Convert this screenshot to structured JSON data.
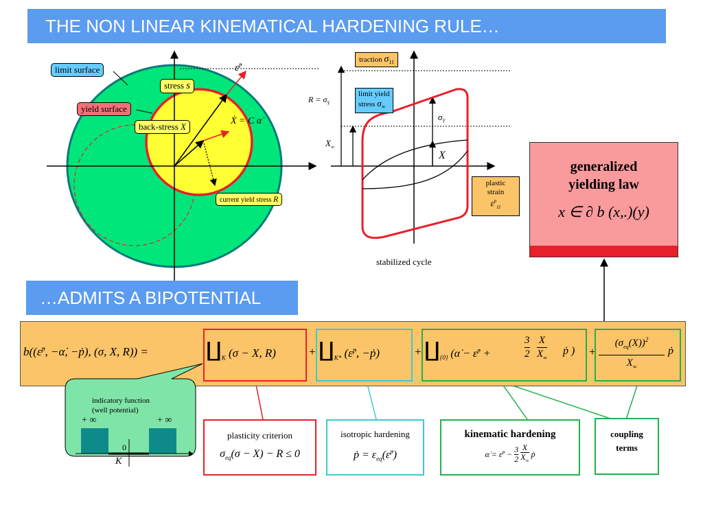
{
  "title": "THE NON LINEAR KINEMATICAL HARDENING RULE…",
  "subtitle": "…ADMITS A BIPOTENTIAL",
  "left_diagram": {
    "limit_surface": "limit surface",
    "yield_surface": "yield surface",
    "stress": "stress",
    "stress_symbol": "s",
    "back_stress": "back-stress",
    "back_stress_symbol": "X",
    "ep_dot": "ε̇",
    "ep_sup": "p",
    "xdot_eq": "Ẋ = C α̇",
    "current_yield_stress": "current yield stress",
    "current_yield_symbol": "R"
  },
  "cycle_diagram": {
    "traction": "traction",
    "traction_symbol": "σ",
    "traction_sub": "11",
    "limit_yield": "limit yield",
    "limit_yield_stress": "stress",
    "sigma_inf": "σ",
    "inf_sub": "∞",
    "r_eq": "R = σ",
    "y_sub": "Y",
    "sigma_y": "σ",
    "x_inf": "X",
    "x_label": "X",
    "plastic": "plastic",
    "strain": "strain",
    "eps": "ε",
    "eps_sup": "p",
    "eps_sub": "11",
    "caption": "stabilized cycle"
  },
  "generalized": {
    "title_line1": "generalized",
    "title_line2": "yielding law",
    "formula": "x ∈ ∂ b (x,.)(y)"
  },
  "equation": {
    "lhs": "b((ε̇",
    "lhs_sup": "p",
    "lhs_rest": ", −α̇, −ṗ), (σ, X, R)) =",
    "term1": "∐",
    "term1_sub": "K",
    "term1_args": "(σ − X, R)",
    "plus": "+",
    "term2": "∐",
    "term2_sub": "K*",
    "term2_args": "(ε̇",
    "term2_sup": "p",
    "term2_rest": ", −ṗ)",
    "term3": "∐",
    "term3_sub": "{0}",
    "term3_args": "(α̇ − ε̇",
    "term3_sup": "p",
    "term3_plus": "+",
    "term3_num1": "3",
    "term3_den1": "2",
    "term3_num2": "X",
    "term3_den2": "X",
    "term3_den2_sub": "∞",
    "term3_end": "ṗ )",
    "term4_num": "(σ",
    "term4_num_sub": "eq",
    "term4_num_rest": "(X))",
    "term4_pow": "2",
    "term4_den": "X",
    "term4_den_sub": "∞",
    "term4_end": "ṗ"
  },
  "indicatory": {
    "line1": "indicatory function",
    "line2": "(well potential)",
    "inf_left": "+ ∞",
    "inf_right": "+ ∞",
    "zero": "0",
    "k": "K"
  },
  "boxes": {
    "plasticity_title": "plasticity criterion",
    "plasticity_formula": "σ",
    "plasticity_sub": "eq",
    "plasticity_rest": "(σ − X) − R ≤ 0",
    "isotropic_title": "isotropic hardening",
    "isotropic_formula": "ṗ = ε",
    "isotropic_sub": "eq",
    "isotropic_rest": "(ε̇",
    "isotropic_sup": "p",
    "isotropic_end": ")",
    "kinematic_title": "kinematic hardening",
    "kinematic_formula": "α̇ = ε̇",
    "kinematic_sup": "p",
    "kinematic_minus": "−",
    "kinematic_num1": "3",
    "kinematic_den1": "2",
    "kinematic_num2": "X",
    "kinematic_den2": "X",
    "kinematic_den2_sub": "∞",
    "kinematic_end": "ṗ",
    "coupling_line1": "coupling",
    "coupling_line2": "terms"
  },
  "colors": {
    "banner": "#5b9bf0",
    "green": "#00e67a",
    "yellow": "#ffff33",
    "red": "#e8202a",
    "pink": "#f99a9d",
    "orange_panel": "#fbc468",
    "callout_blue": "#66ccff",
    "callout_red": "#f46f78",
    "callout_yellow": "#ffff66",
    "teal": "#0e8a8a",
    "well_green": "#7fe4a8",
    "cyan_box": "#3ec9cf",
    "green_box": "#22b14c",
    "red_box": "#e8202a"
  }
}
